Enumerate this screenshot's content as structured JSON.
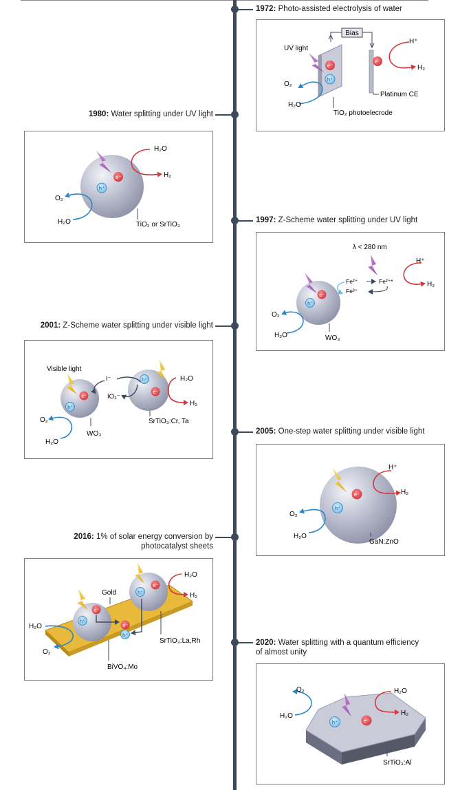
{
  "events": [
    {
      "year": "1972:",
      "desc": "Photo-assisted electrolysis of water"
    },
    {
      "year": "1980:",
      "desc": "Water splitting under UV light"
    },
    {
      "year": "1997:",
      "desc": "Z-Scheme water splitting under UV light"
    },
    {
      "year": "2001:",
      "desc": "Z-Scheme water splitting under visible light"
    },
    {
      "year": "2005:",
      "desc": "One-step water splitting under visible light"
    },
    {
      "year": "2016:",
      "desc": "1% of solar energy conversion by",
      "desc2": "photocatalyst sheets"
    },
    {
      "year": "2020:",
      "desc": "Water splitting with a quantum efficiency",
      "desc2": "of almost unity"
    }
  ],
  "p1972": {
    "bias": "Bias",
    "uv": "UV light",
    "e": "e⁻",
    "h": "h⁺",
    "o2": "O₂",
    "h2o": "H₂O",
    "hplus": "H⁺",
    "h2": "H₂",
    "ce": "Platinum CE",
    "electrode": "TiO₂ photoelecrode"
  },
  "p1980": {
    "e": "e⁻",
    "h": "h⁺",
    "h2o_top": "H₂O",
    "h2": "H₂",
    "o2": "O₂",
    "h2o": "H₂O",
    "material": "TiO₂ or SrTiO₃"
  },
  "p1997": {
    "lambda": "λ < 280 nm",
    "fe2": "Fe²⁺",
    "fe2star": "Fe²⁺*",
    "fe3": "Fe³⁺",
    "hplus": "H⁺",
    "h2": "H₂",
    "e": "e⁻",
    "h": "h⁺",
    "o2": "O₂",
    "h2o": "H₂O",
    "material": "WO₃"
  },
  "p2001": {
    "visible": "Visible light",
    "iminus": "I⁻",
    "io3": "IO₃⁻",
    "e": "e⁻",
    "h": "h⁺",
    "h2o_top": "H₂O",
    "h2": "H₂",
    "o2": "O₂",
    "h2o": "H₂O",
    "mat1": "WO₃",
    "mat2": "SrTiO₃:Cr, Ta"
  },
  "p2005": {
    "hplus": "H⁺",
    "h2": "H₂",
    "e": "e⁻",
    "h": "h⁺",
    "o2": "O₂",
    "h2o": "H₂O",
    "material": "GaN:ZnO"
  },
  "p2016": {
    "gold": "Gold",
    "h2o_top": "H₂O",
    "h2": "H₂",
    "h2o": "H₂O",
    "o2": "O₂",
    "e": "e⁻",
    "h": "h⁺",
    "mat1": "BiVO₄:Mo",
    "mat2": "SrTiO₃:La,Rh"
  },
  "p2020": {
    "o2": "O₂",
    "h2o": "H₂O",
    "h2o_top": "H₂O",
    "h2": "H₂",
    "h": "h⁺",
    "e": "e⁻",
    "material": "SrTiO₃:Al"
  }
}
